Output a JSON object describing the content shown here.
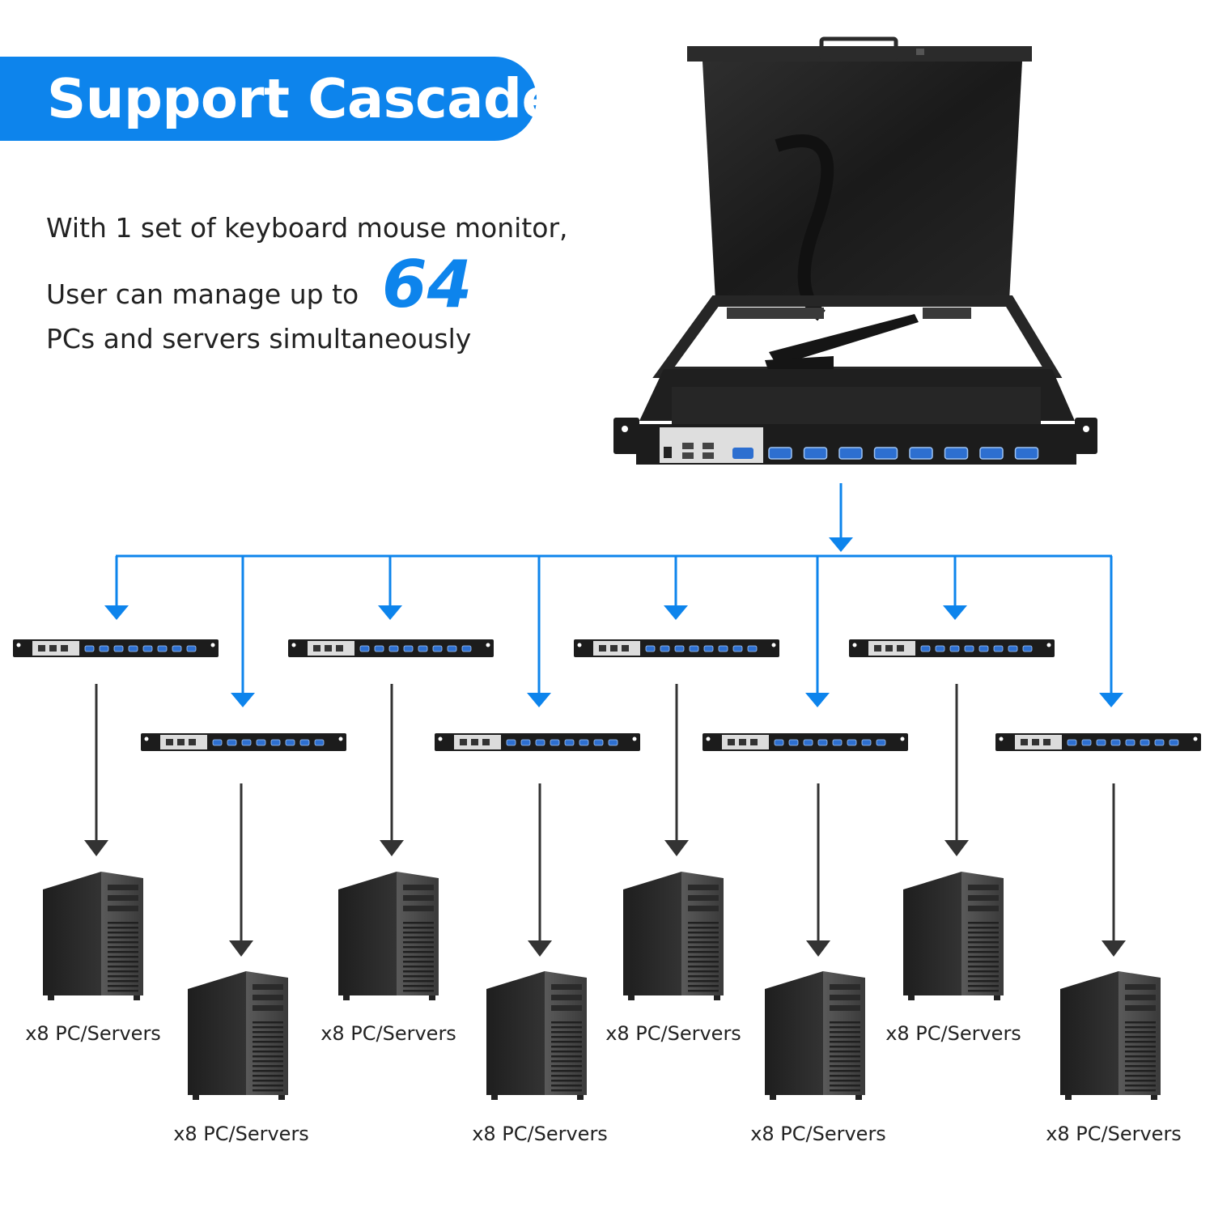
{
  "header": {
    "title": "Support Cascade"
  },
  "description": {
    "line1": "With 1 set of keyboard mouse monitor,",
    "line2": "User can manage up to",
    "highlight_number": "64",
    "line3": "PCs and servers simultaneously"
  },
  "nodes": {
    "server_label": "x8 PC/Servers",
    "cascade_switch_count": 8,
    "servers_per_switch": 8
  },
  "colors": {
    "accent": "#0d84ec",
    "connector_arrow": "#333333",
    "device_body": "#1c1c1c"
  },
  "icons": {
    "master": "lcd-kvm-console-icon",
    "switch": "rackmount-kvm-switch-icon",
    "server": "tower-server-icon"
  }
}
